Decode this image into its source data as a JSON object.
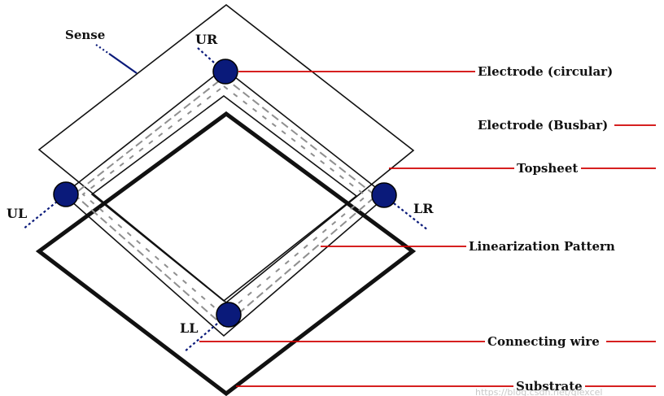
{
  "labels": {
    "sense": "Sense",
    "ur": "UR",
    "ul": "UL",
    "lr": "LR",
    "ll": "LL",
    "electrode_circular": "Electrode (circular)",
    "electrode_busbar": "Electrode (Busbar)",
    "topsheet": "Topsheet",
    "linearization_pattern": "Linearization Pattern",
    "connecting_wire": "Connecting wire",
    "substrate": "Substrate"
  },
  "colors": {
    "outline": "#111111",
    "callout": "#d00000",
    "electrode": "#0a1a7a",
    "wire": "#0a1a7a",
    "pattern": "#8f8f8f"
  },
  "watermark": "https://blog.csdn.net/qlexcel"
}
